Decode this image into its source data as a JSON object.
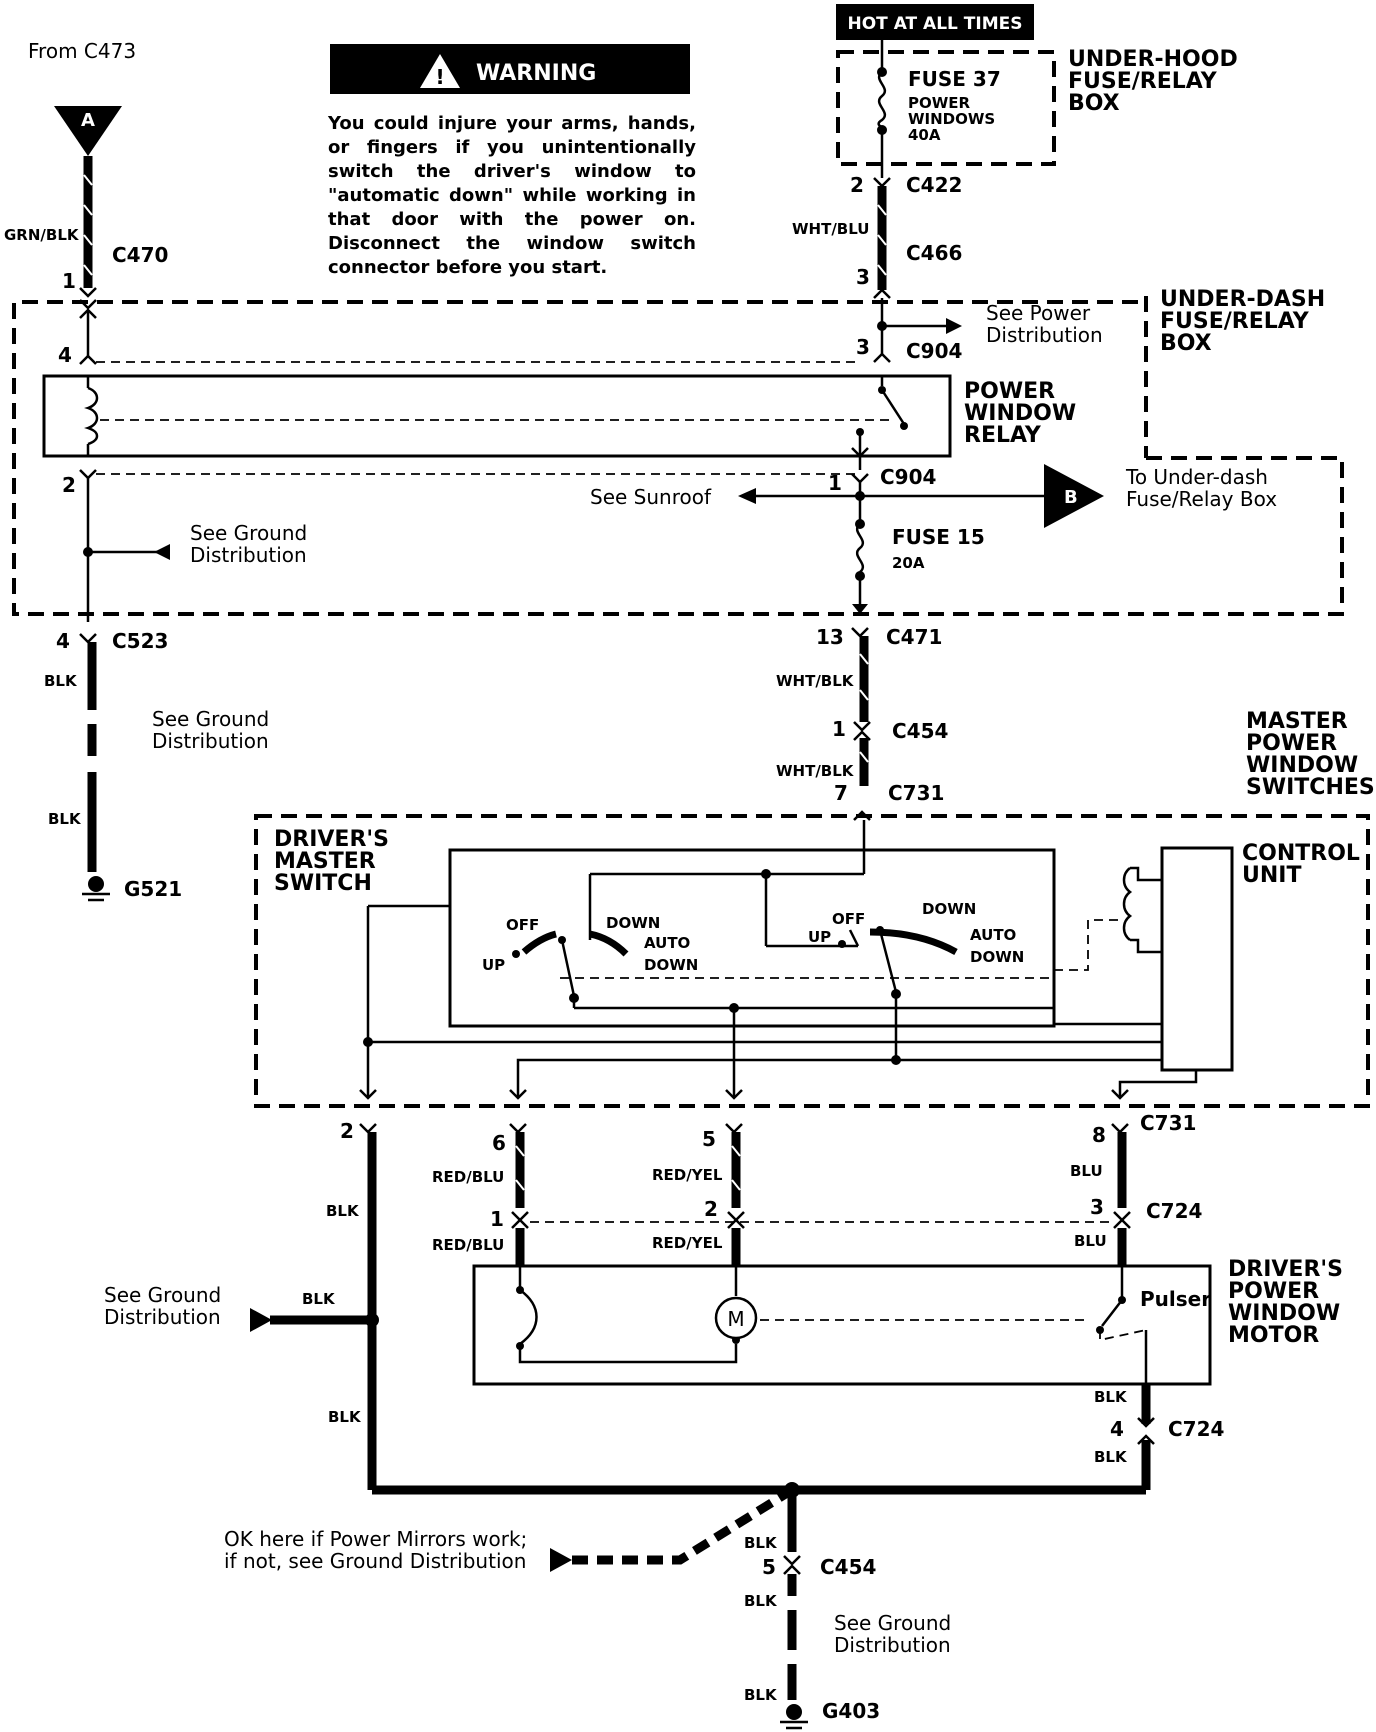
{
  "header": {
    "from_label": "From C473",
    "connector_a": "A",
    "connector_b": "B",
    "hot_at_all_times": "HOT AT ALL TIMES"
  },
  "warning": {
    "title": "WARNING",
    "text": "You could injure your arms, hands, or fingers if you unintentionally switch the driver's window to \"automatic down\" while working in that door with the power on. Disconnect the window switch connector before you start."
  },
  "boxes": {
    "under_hood": [
      "UNDER-HOOD",
      "FUSE/RELAY",
      "BOX"
    ],
    "under_dash": [
      "UNDER-DASH",
      "FUSE/RELAY",
      "BOX"
    ],
    "relay": [
      "POWER",
      "WINDOW",
      "RELAY"
    ],
    "master_switches": [
      "MASTER",
      "POWER",
      "WINDOW",
      "SWITCHES"
    ],
    "drivers_master": [
      "DRIVER'S",
      "MASTER",
      "SWITCH"
    ],
    "control_unit": [
      "CONTROL",
      "UNIT"
    ],
    "motor": [
      "DRIVER'S",
      "POWER",
      "WINDOW",
      "MOTOR"
    ]
  },
  "fuses": {
    "fuse37_name": "FUSE 37",
    "fuse37_desc": [
      "POWER",
      "WINDOWS",
      "40A"
    ],
    "fuse15_name": "FUSE 15",
    "fuse15_rating": "20A"
  },
  "connectors": {
    "c422": "C422",
    "c466": "C466",
    "c904": "C904",
    "c470": "C470",
    "c523": "C523",
    "c471": "C471",
    "c454": "C454",
    "c731": "C731",
    "c724": "C724",
    "g521": "G521",
    "g403": "G403"
  },
  "pins": {
    "p_c470": "1",
    "p_c422": "2",
    "p_c466": "3",
    "p_relay4": "4",
    "p_c904_3": "3",
    "p_relay2": "2",
    "p_c904_1": "1",
    "p_c523": "4",
    "p_c471": "13",
    "p_c454a": "1",
    "p_c731_7": "7",
    "p_c731_2": "2",
    "p_c731_6": "6",
    "p_c731_5": "5",
    "p_c731_8": "8",
    "p_c724_1": "1",
    "p_c724_2": "2",
    "p_c724_3": "3",
    "p_c724_4": "4",
    "p_c454_5": "5"
  },
  "wires": {
    "grn_blk": "GRN/BLK",
    "wht_blu": "WHT/BLU",
    "wht_blk": "WHT/BLK",
    "blk": "BLK",
    "red_blu": "RED/BLU",
    "red_yel": "RED/YEL",
    "blu": "BLU"
  },
  "notes": {
    "see_power_dist": [
      "See Power",
      "Distribution"
    ],
    "see_ground_dist": [
      "See Ground",
      "Distribution"
    ],
    "see_sunroof": "See Sunroof",
    "to_under_dash": [
      "To Under-dash",
      "Fuse/Relay Box"
    ],
    "ok_mirrors": [
      "OK here if Power Mirrors work;",
      "if not, see Ground Distribution"
    ]
  },
  "switch_labels": {
    "off": "OFF",
    "down": "DOWN",
    "up": "UP",
    "auto": "AUTO",
    "auto_down": "DOWN",
    "motor_m": "M",
    "pulser": "Pulser"
  }
}
